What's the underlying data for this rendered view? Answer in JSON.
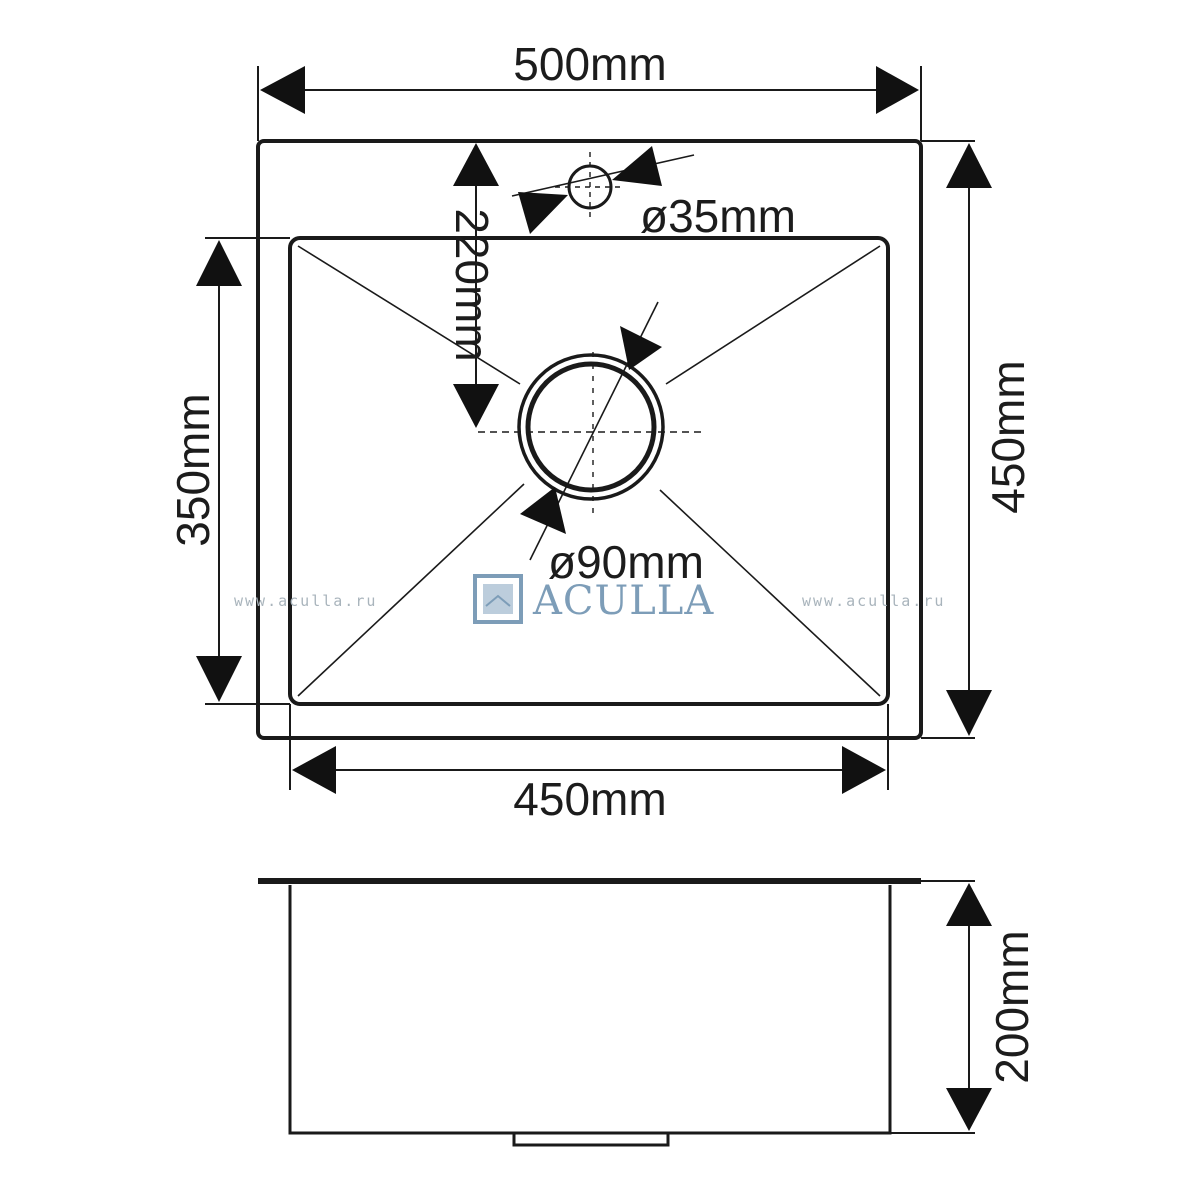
{
  "dimensions": {
    "top_width": "500mm",
    "bottom_width": "450mm",
    "left_height": "350mm",
    "right_height": "450mm",
    "tap_offset": "220mm",
    "tap_hole": "ø35mm",
    "drain_hole": "ø90mm",
    "depth": "200mm"
  },
  "brand": {
    "name": "ACULLA",
    "watermark_left": "www.aculla.ru",
    "watermark_right": "www.aculla.ru"
  },
  "colors": {
    "line": "#1a1a1a",
    "brand": "#7d9db8",
    "watermark": "#a9b4bc"
  }
}
